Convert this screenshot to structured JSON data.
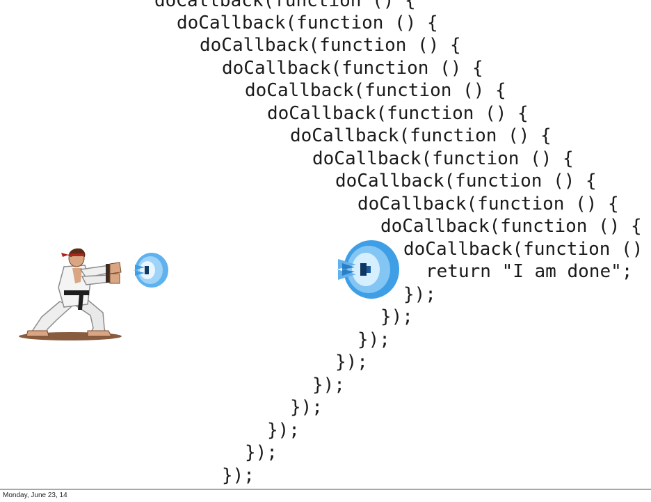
{
  "slide": {
    "code_lines": [
      "doCallback(function () {",
      "doCallback(function () {",
      "doCallback(function () {",
      "doCallback(function () {",
      "doCallback(function () {",
      "doCallback(function () {",
      "doCallback(function () {",
      "doCallback(function () {",
      "doCallback(function () {",
      "doCallback(function () {",
      "doCallback(function () {",
      "doCallback(function () {",
      "return \"I am done\";",
      "});",
      "});",
      "});",
      "});",
      "});",
      "});",
      "});",
      "});",
      "});"
    ],
    "images": {
      "fighter": "martial-artist-throwing-fireball",
      "fireball_small": "blue-energy-fireball",
      "fireball_large": "blue-energy-fireball"
    }
  },
  "footer": {
    "date": "Monday, June 23, 14"
  },
  "colors": {
    "code_text": "#1a1a1a",
    "fireball_blue": "#3f9fe6",
    "gi_white": "#f2f2f2",
    "belt_black": "#1d1d1d",
    "hair_red": "#8e2a18"
  }
}
